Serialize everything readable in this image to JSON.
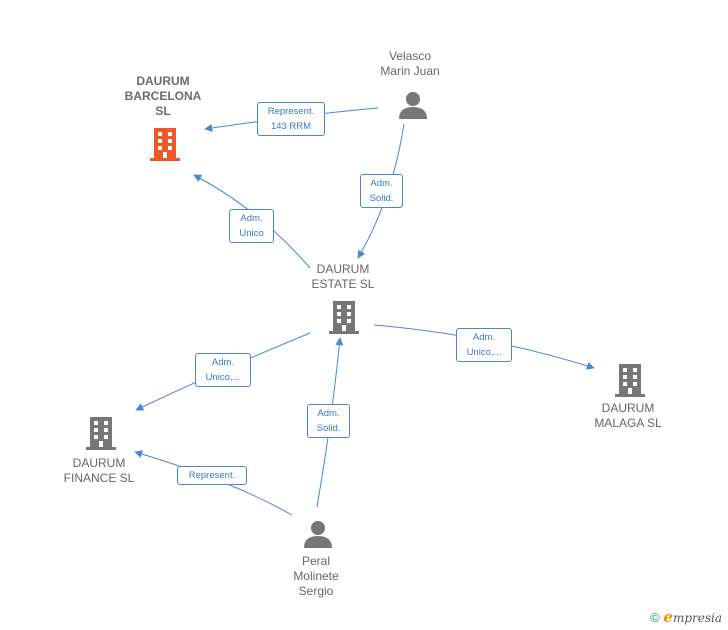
{
  "colors": {
    "edge": "#4a86d6",
    "node_main": "#f0582a",
    "node_gray": "#777777"
  },
  "nodes": {
    "daurum_barcelona": {
      "label": "DAURUM\nBARCELONA\nSL",
      "icon": "building-icon"
    },
    "velasco": {
      "label": "Velasco\nMarin Juan",
      "icon": "person-icon"
    },
    "daurum_estate": {
      "label": "DAURUM\nESTATE  SL",
      "icon": "building-icon"
    },
    "daurum_malaga": {
      "label": "DAURUM\nMALAGA  SL",
      "icon": "building-icon"
    },
    "daurum_finance": {
      "label": "DAURUM\nFINANCE  SL",
      "icon": "building-icon"
    },
    "peral": {
      "label": "Peral\nMolinete\nSergio",
      "icon": "person-icon"
    }
  },
  "edges": {
    "velasco_barcelona": "Represent.\n143 RRM",
    "velasco_estate": "Adm.\nSolid.",
    "estate_barcelona": "Adm.\nUnico",
    "estate_finance": "Adm.\nUnico,...",
    "estate_malaga": "Adm.\nUnico,...",
    "peral_estate": "Adm.\nSolid.",
    "peral_finance": "Represent."
  },
  "footer": {
    "copyright": "©",
    "brand_e": "e",
    "brand_rest": "mpresia"
  }
}
